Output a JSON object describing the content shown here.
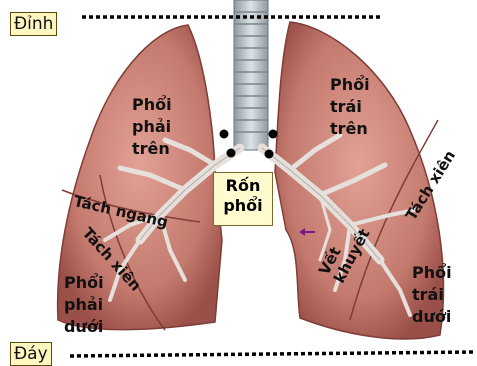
{
  "labels": {
    "apex": "Đỉnh",
    "base": "Đáy",
    "hilum_line1": "Rốn",
    "hilum_line2": "phổi",
    "right_upper": [
      "Phổi",
      "phải",
      "trên"
    ],
    "left_upper": [
      "Phổi",
      "trái",
      "trên"
    ],
    "right_lower": [
      "Phổi",
      "phải",
      "dưới"
    ],
    "left_lower": [
      "Phổi",
      "trái",
      "dưới"
    ],
    "horizontal_fissure": "Tách ngang",
    "oblique_fissure_right": "Tách xiên",
    "oblique_fissure_left": "Tách xiên",
    "cardiac_notch_line1": "Vết",
    "cardiac_notch_line2": "khuyết"
  },
  "colors": {
    "lung": "#c98478",
    "lung_dark": "#9c4f48",
    "trachea": "#b9c2c8",
    "bronchi": "#d9d4d0",
    "label_box": "#fff6c0",
    "arrow": "#7a1a8a"
  }
}
